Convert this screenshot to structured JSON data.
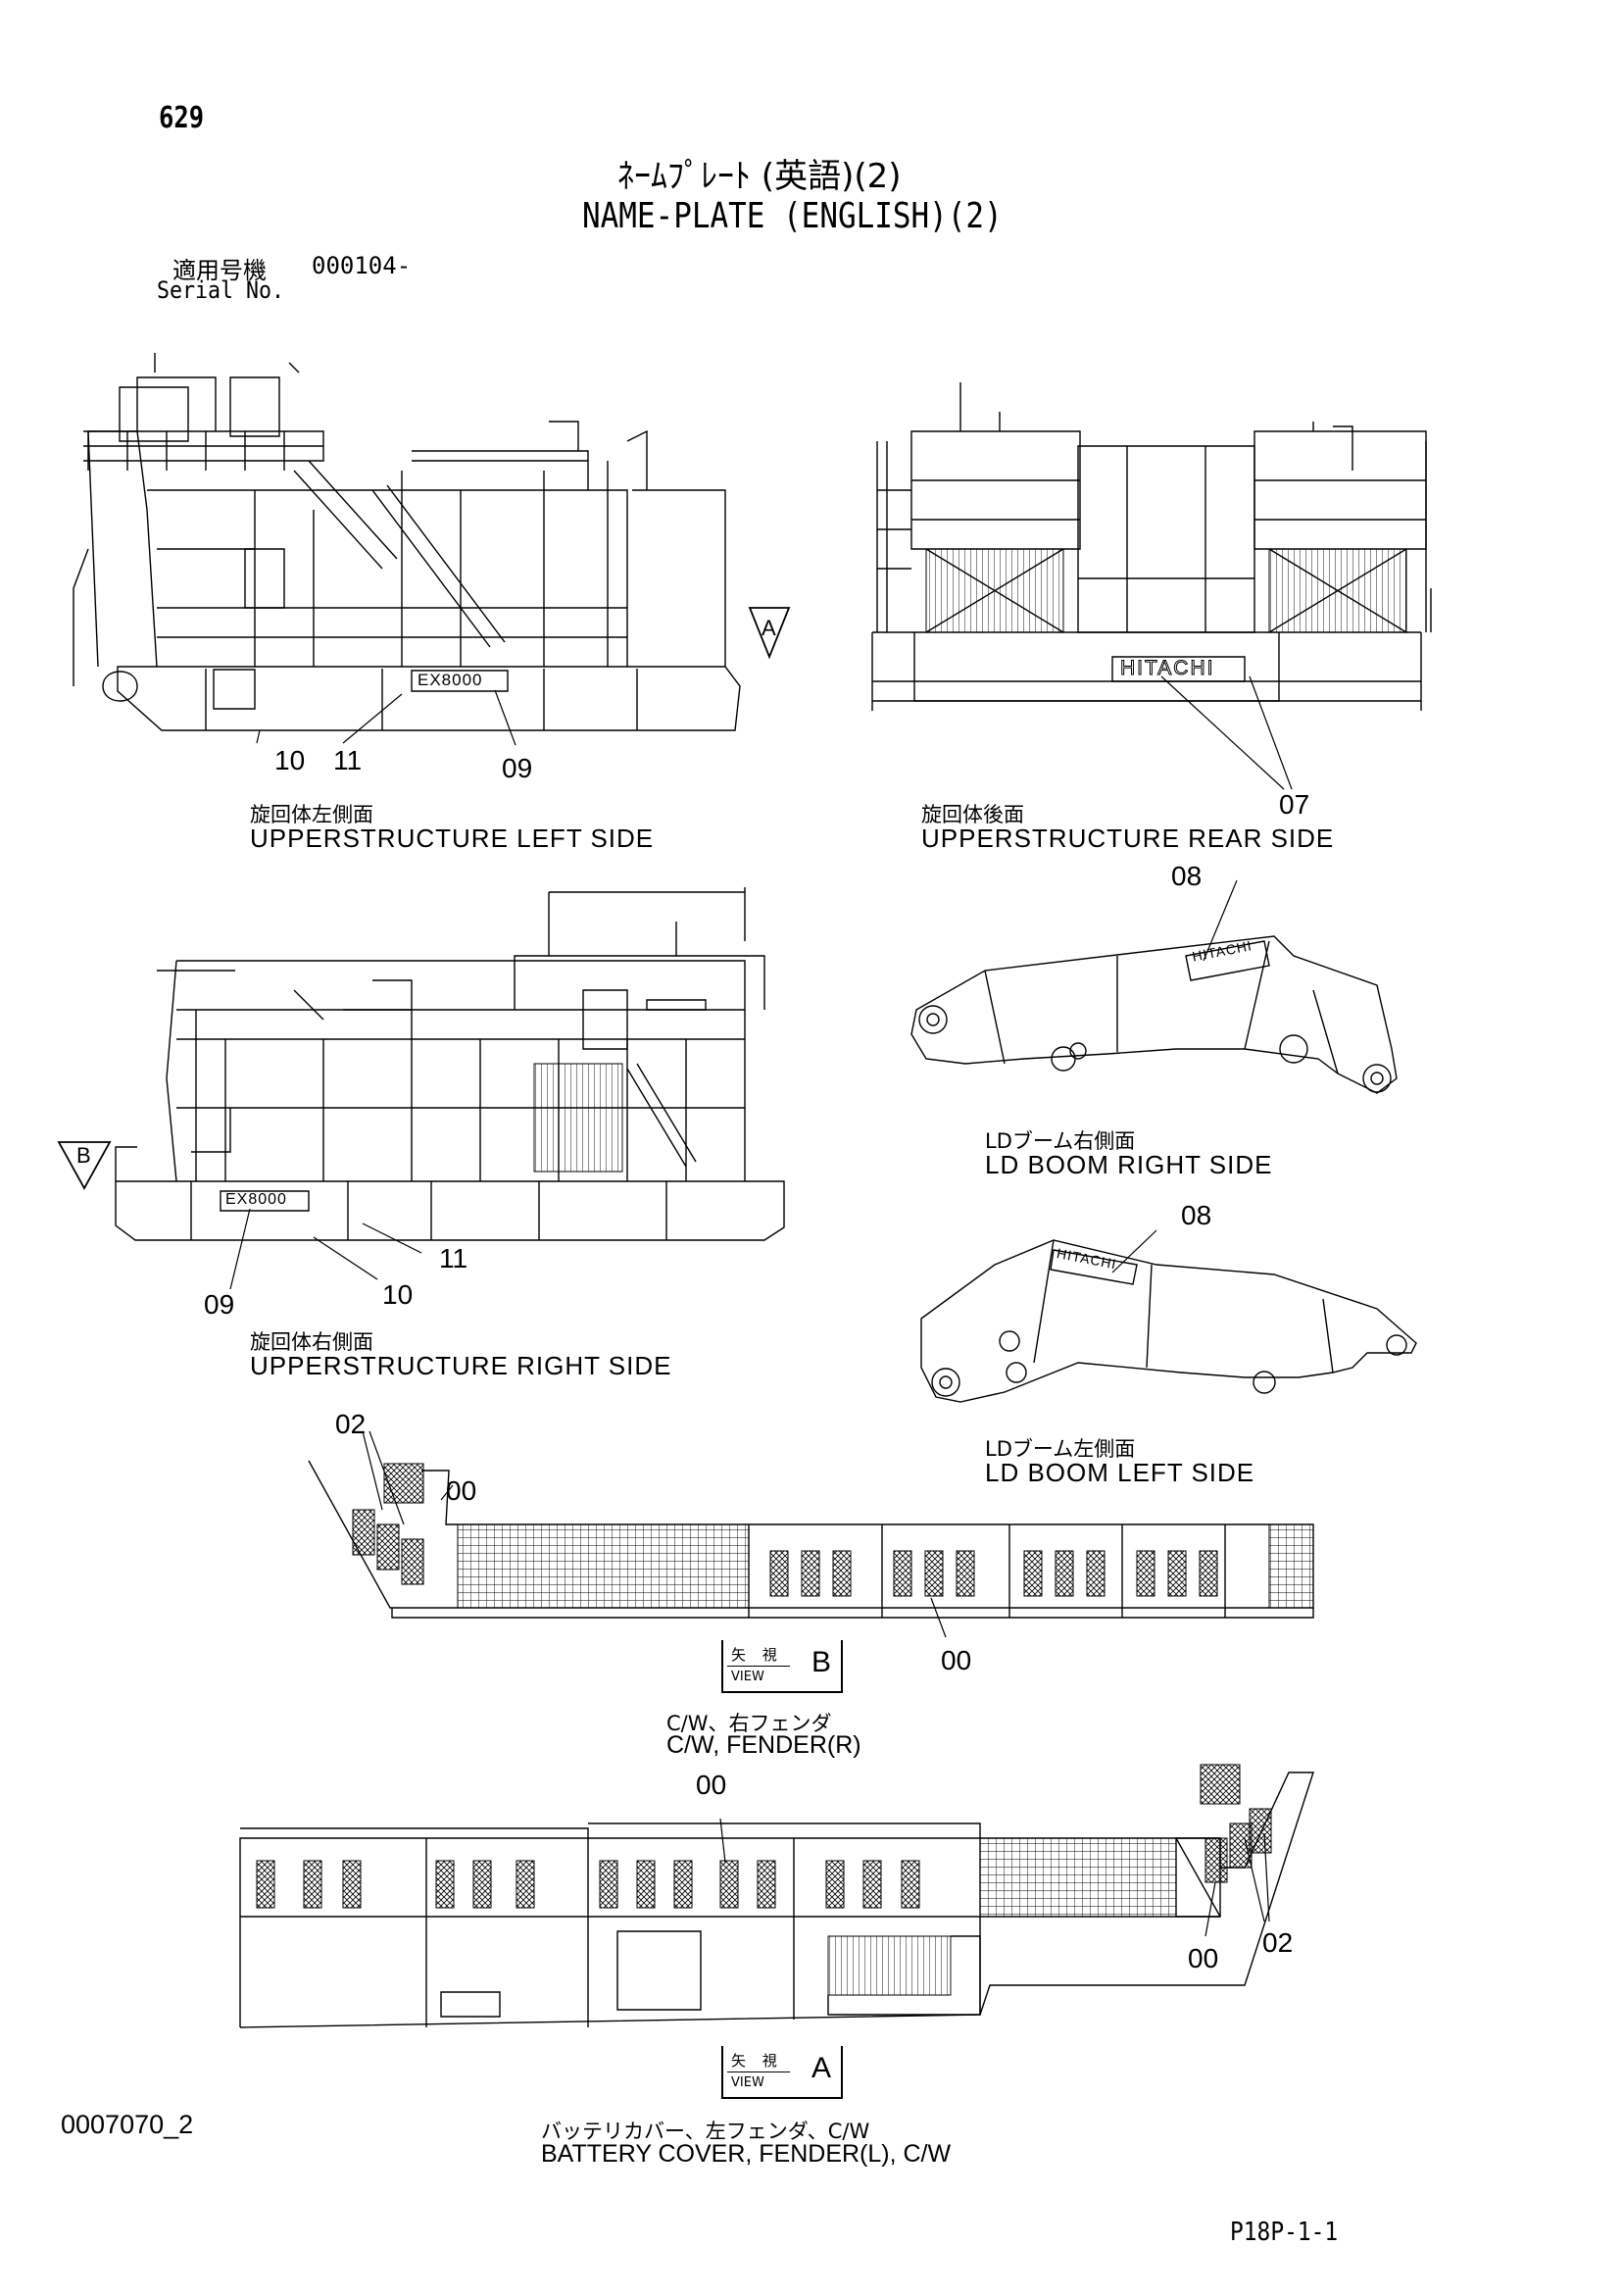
{
  "page_number": "629",
  "title_jp": "ﾈｰﾑﾌﾟﾚｰﾄ (英語)(2)",
  "title_en": "NAME-PLATE (ENGLISH)(2)",
  "serial": {
    "label_jp": "適用号機",
    "value": "000104-",
    "label_en": "Serial No."
  },
  "views": [
    {
      "jp": "旋回体左側面",
      "en": "UPPERSTRUCTURE LEFT SIDE"
    },
    {
      "jp": "旋回体後面",
      "en": "UPPERSTRUCTURE REAR SIDE"
    },
    {
      "jp": "旋回体右側面",
      "en": "UPPERSTRUCTURE RIGHT SIDE"
    },
    {
      "jp": "LDブーム右側面",
      "en": "LD BOOM RIGHT SIDE"
    },
    {
      "jp": "LDブーム左側面",
      "en": "LD BOOM LEFT SIDE"
    },
    {
      "jp": "C/W、右フェンダ",
      "en": "C/W, FENDER(R)"
    },
    {
      "jp": "バッテリカバー、左フェンダ、C/W",
      "en": "BATTERY COVER, FENDER(L), C/W"
    }
  ],
  "callouts": {
    "left_10": "10",
    "left_11": "11",
    "left_09": "09",
    "rear_07": "07",
    "boomr_08": "08",
    "booml_08": "08",
    "right_09": "09",
    "right_10": "10",
    "right_11": "11",
    "fr_02": "02",
    "fr_00a": "00",
    "fr_00b": "00",
    "fl_00a": "00",
    "fl_00b": "00",
    "fl_02": "02"
  },
  "arrows": {
    "a": "A",
    "b": "B"
  },
  "view_marks": [
    {
      "jp": "矢 視",
      "en": "VIEW",
      "letter": "B"
    },
    {
      "jp": "矢 視",
      "en": "VIEW",
      "letter": "A"
    }
  ],
  "plates": {
    "ex8000": "EX8000",
    "hitachi": "HITACHI"
  },
  "doc_code": "0007070_2",
  "footer_code": "P18P-1-1"
}
